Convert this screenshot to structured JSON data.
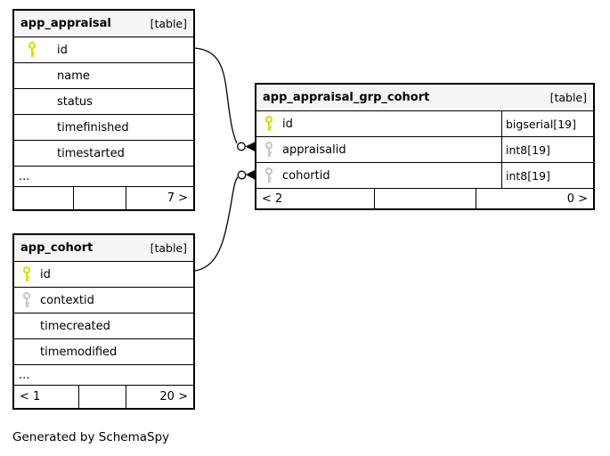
{
  "credit": "Generated by SchemaSpy",
  "colors": {
    "primary_key": "#dcdc00",
    "foreign_key": "#c6c6c6",
    "header_bg": "#f5f5f5",
    "border": "#000000"
  },
  "tables": [
    {
      "name": "app_appraisal",
      "badge": "[table]",
      "columns": [
        {
          "name": "id",
          "key": "primary"
        },
        {
          "name": "name",
          "key": "none"
        },
        {
          "name": "status",
          "key": "none"
        },
        {
          "name": "timefinished",
          "key": "none"
        },
        {
          "name": "timestarted",
          "key": "none"
        }
      ],
      "ellipsis": "...",
      "footer": {
        "left": "",
        "center": "",
        "right": "7 >"
      }
    },
    {
      "name": "app_appraisal_grp_cohort",
      "badge": "[table]",
      "columns": [
        {
          "name": "id",
          "key": "primary",
          "type": "bigserial[19]"
        },
        {
          "name": "appraisalid",
          "key": "foreign",
          "type": "int8[19]"
        },
        {
          "name": "cohortid",
          "key": "foreign",
          "type": "int8[19]"
        }
      ],
      "footer": {
        "left": "< 2",
        "center": "",
        "right": "0 >"
      }
    },
    {
      "name": "app_cohort",
      "badge": "[table]",
      "columns": [
        {
          "name": "id",
          "key": "primary"
        },
        {
          "name": "contextid",
          "key": "foreign"
        },
        {
          "name": "timecreated",
          "key": "none"
        },
        {
          "name": "timemodified",
          "key": "none"
        }
      ],
      "ellipsis": "...",
      "footer": {
        "left": "< 1",
        "center": "",
        "right": "20 >"
      }
    }
  ],
  "relationships": [
    {
      "from": "app_appraisal.id",
      "to": "app_appraisal_grp_cohort.appraisalid"
    },
    {
      "from": "app_cohort.id",
      "to": "app_appraisal_grp_cohort.cohortid"
    }
  ]
}
